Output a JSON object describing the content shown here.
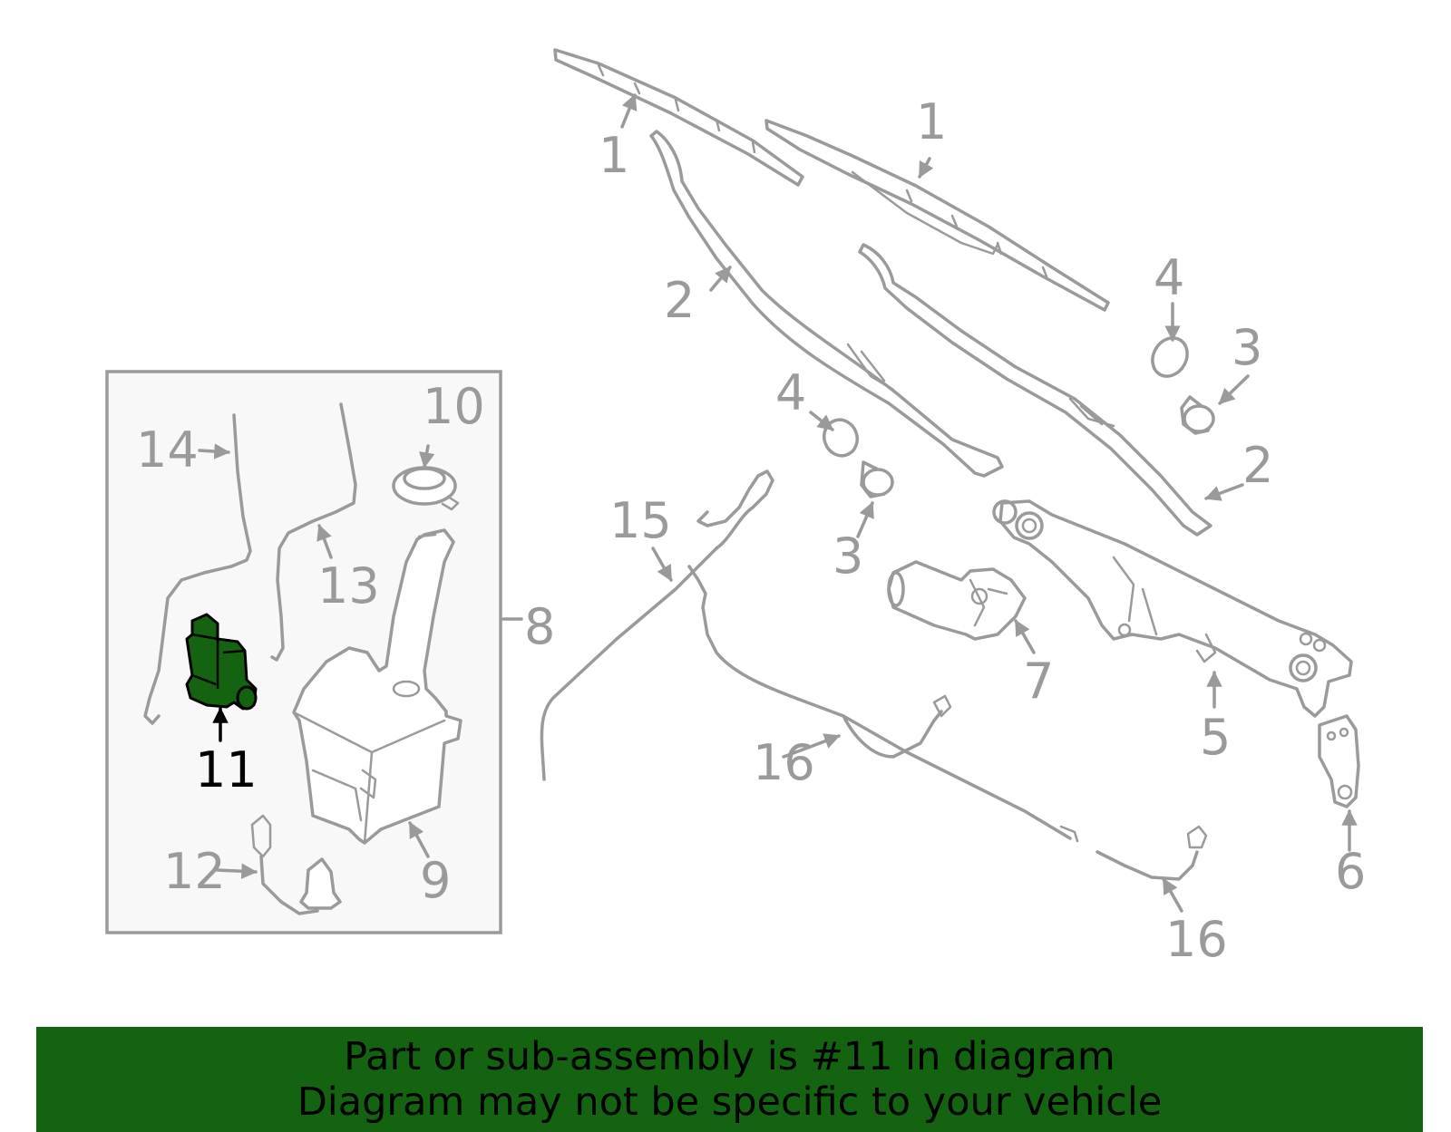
{
  "diagram": {
    "callouts": {
      "c1a": "1",
      "c1b": "1",
      "c2a": "2",
      "c2b": "2",
      "c3a": "3",
      "c3b": "3",
      "c4a": "4",
      "c4b": "4",
      "c5": "5",
      "c6": "6",
      "c7": "7",
      "c8": "8",
      "c9": "9",
      "c10": "10",
      "c11": "11",
      "c12": "12",
      "c13": "13",
      "c14": "14",
      "c15": "15",
      "c16a": "16",
      "c16b": "16"
    },
    "highlighted_part": "11",
    "colors": {
      "highlight": "#136310",
      "line": "#9a9a9a",
      "banner": "#136310"
    }
  },
  "banner": {
    "line1": "Part or sub-assembly is #11 in diagram",
    "line2": "Diagram may not be specific to your vehicle"
  }
}
